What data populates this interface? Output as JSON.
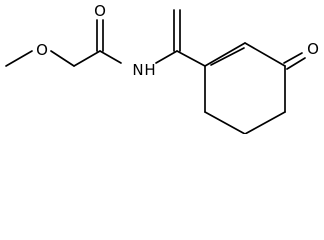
{
  "structure": {
    "atoms": {
      "ether_oxygen": "O",
      "carbonyl_oxygen_amide": "O",
      "amide_nitrogen": "N",
      "amide_hydrogen": "H",
      "ketone_oxygen": "O"
    },
    "colors": {
      "bond": "#000000",
      "label": "#000000",
      "background": "#ffffff"
    }
  }
}
